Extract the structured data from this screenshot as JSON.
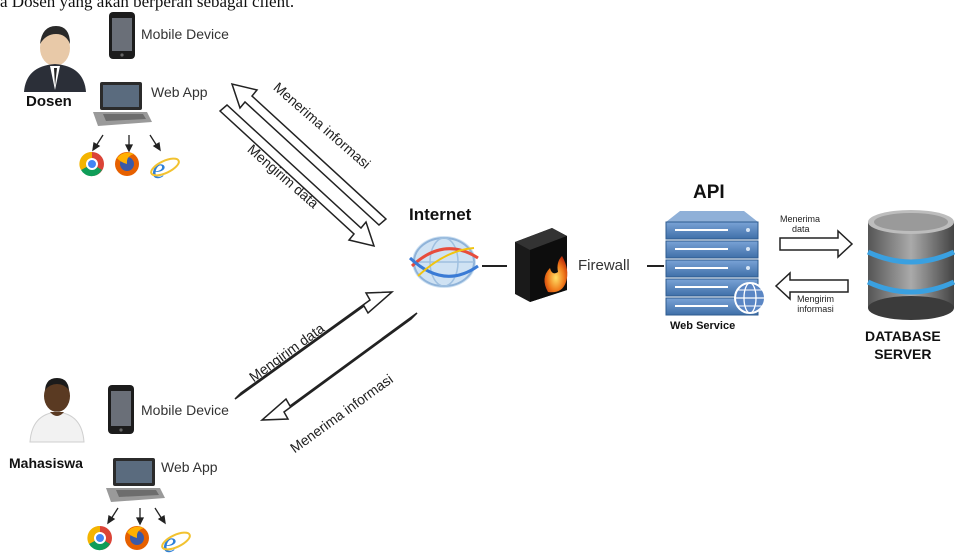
{
  "intro_text": "a Dosen yang akan berperan sebagai client.",
  "dosen": {
    "name": "Dosen",
    "mobile_label": "Mobile Device",
    "webapp_label": "Web App"
  },
  "mahasiswa": {
    "name": "Mahasiswa",
    "mobile_label": "Mobile Device",
    "webapp_label": "Web App"
  },
  "top_arrows": {
    "receive": "Menerima informasi",
    "send": "Mengirim data"
  },
  "bottom_arrows": {
    "send": "Mengirim data",
    "receive": "Menerima informasi"
  },
  "internet_label": "Internet",
  "firewall_label": "Firewall",
  "api": {
    "title": "API",
    "subtitle": "Web Service"
  },
  "db_arrows": {
    "receive_line1": "Menerima",
    "receive_line2": "data",
    "send_line1": "Mengirim",
    "send_line2": "informasi"
  },
  "database": {
    "line1": "DATABASE",
    "line2": "SERVER"
  },
  "colors": {
    "db_blue": "#3aa0e0",
    "server_blue": "#4a7fb8",
    "firewall_orange": "#f07a1a"
  }
}
